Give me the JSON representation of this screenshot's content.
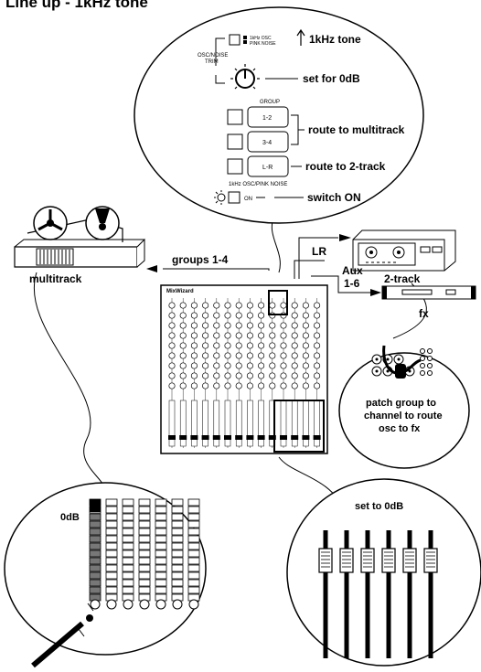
{
  "title": "Line up - 1kHz tone",
  "top_callout": {
    "osc_label_top": "1kHz OSC",
    "osc_label_bottom": "PINK NOISE",
    "osc_note": "1kHz tone",
    "trim_label_1": "OSC/NOISE",
    "trim_label_2": "TRIM",
    "trim_note": "set for 0dB",
    "group_label": "GROUP",
    "btn_1": "1-2",
    "btn_2": "3-4",
    "btn_3": "L-R",
    "route_multi": "route to multitrack",
    "route_2track": "route to 2-track",
    "switch_label": "1kHz OSC/PINK NOISE",
    "on_label": "ON",
    "switch_note": "switch ON"
  },
  "mixer_brand": "MixWizard",
  "labels": {
    "groups": "groups 1-4",
    "multitrack": "multitrack",
    "lr": "LR",
    "two_track": "2-track",
    "aux": "Aux",
    "aux_range": "1-6",
    "fx": "fx"
  },
  "patch_callout": {
    "line1": "patch group to",
    "line2": "channel to route",
    "line3": "osc to fx"
  },
  "meter_callout": {
    "label": "0dB"
  },
  "fader_callout": {
    "label": "set to 0dB"
  }
}
